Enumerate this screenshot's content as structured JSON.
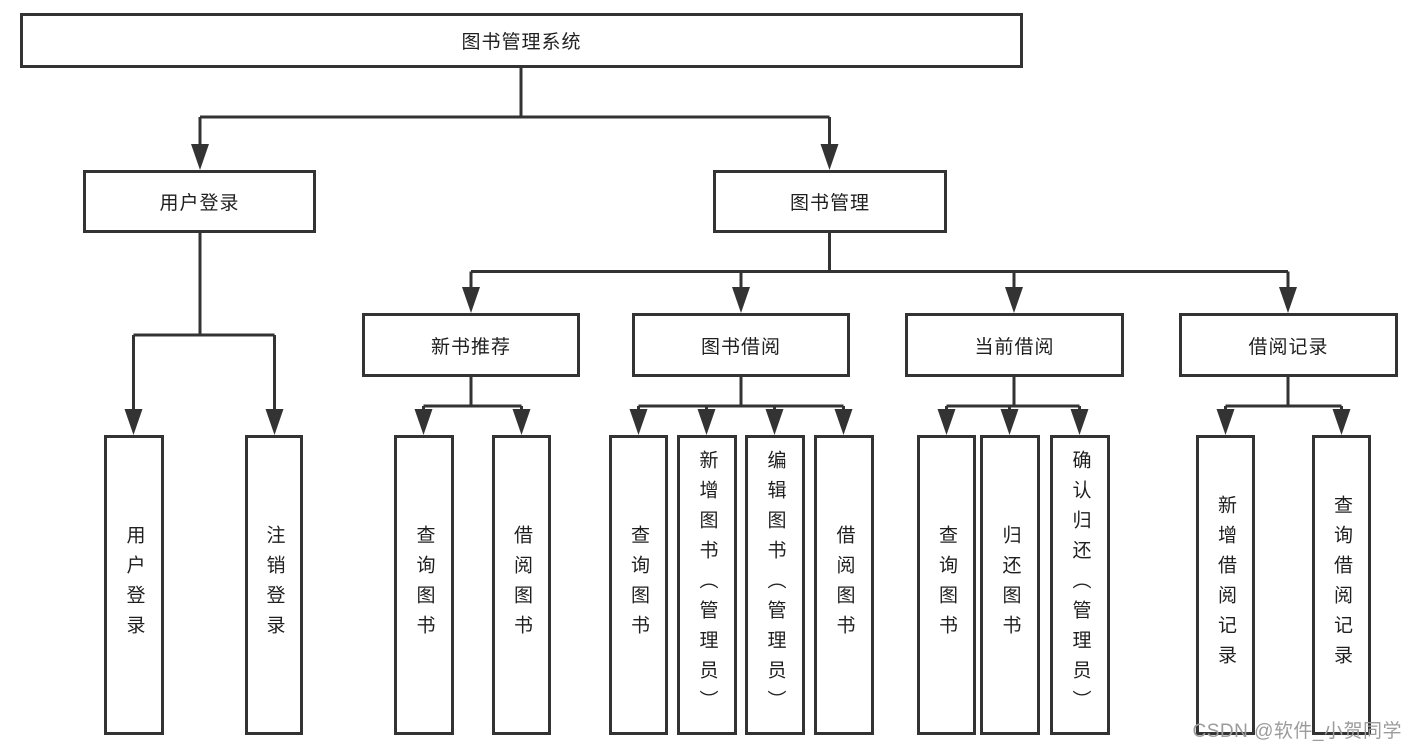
{
  "diagram": {
    "root": "图书管理系统",
    "level2": [
      {
        "label": "用户登录",
        "children": [
          "用户登录",
          "注销登录"
        ]
      },
      {
        "label": "图书管理"
      }
    ],
    "level3": [
      {
        "label": "新书推荐",
        "children": [
          "查询图书",
          "借阅图书"
        ]
      },
      {
        "label": "图书借阅",
        "children": [
          "查询图书",
          "新增图书（管理员）",
          "编辑图书（管理员）",
          "借阅图书"
        ]
      },
      {
        "label": "当前借阅",
        "children": [
          "查询图书",
          "归还图书",
          "确认归还（管理员）"
        ]
      },
      {
        "label": "借阅记录",
        "children": [
          "新增借阅记录",
          "查询借阅记录"
        ]
      }
    ]
  },
  "watermark": "CSDN @软件_小贺同学",
  "colors": {
    "line": "#333333",
    "box_border": "#333333",
    "box_background": "#ffffff",
    "text": "#1f1f1f",
    "watermark": "#9c9c9c"
  }
}
